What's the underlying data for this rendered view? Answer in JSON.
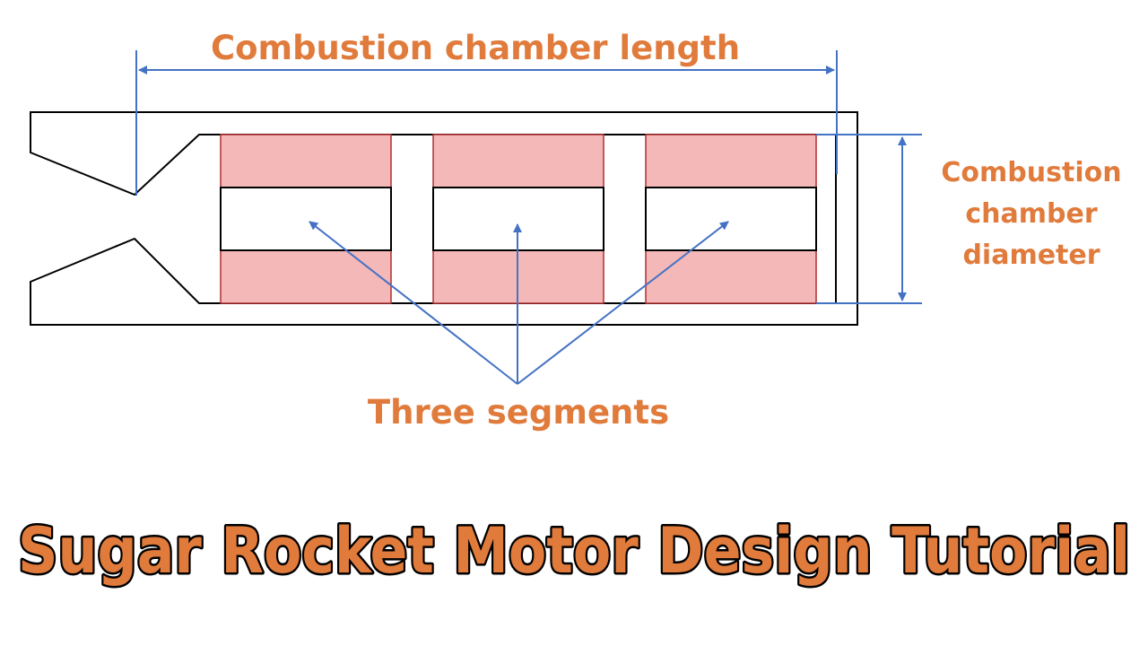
{
  "labels": {
    "length": "Combustion chamber length",
    "diameter_line1": "Combustion",
    "diameter_line2": "chamber",
    "diameter_line3": "diameter",
    "segments": "Three segments"
  },
  "title": "Sugar Rocket Motor Design Tutorial",
  "colors": {
    "label": "#E07B3C",
    "dimension_line": "#4472C4",
    "grain": "#F4B8B8",
    "grain_edge": "#B03030",
    "outline": "#000000",
    "title_fill": "#E07B3C",
    "title_stroke": "#000000"
  }
}
